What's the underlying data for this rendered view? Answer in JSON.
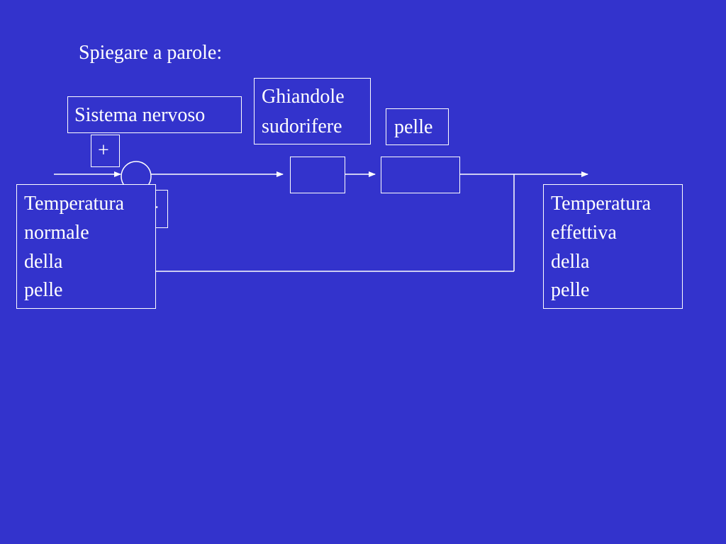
{
  "title": "Spiegare a parole:",
  "labels": {
    "controller": "Sistema nervoso",
    "actuator_line1": "Ghiandole",
    "actuator_line2": "sudorifere",
    "plant": "pelle",
    "plus_sign": "+",
    "minus_sign": "-",
    "reference_line1": "Temperatura",
    "reference_line2": "normale",
    "reference_line3": "della",
    "reference_line4": "pelle",
    "output_line1": "Temperatura",
    "output_line2": "effettiva",
    "output_line3": "della",
    "output_line4": "pelle"
  },
  "colors": {
    "background": "#3333cc",
    "foreground": "#ffffff"
  }
}
